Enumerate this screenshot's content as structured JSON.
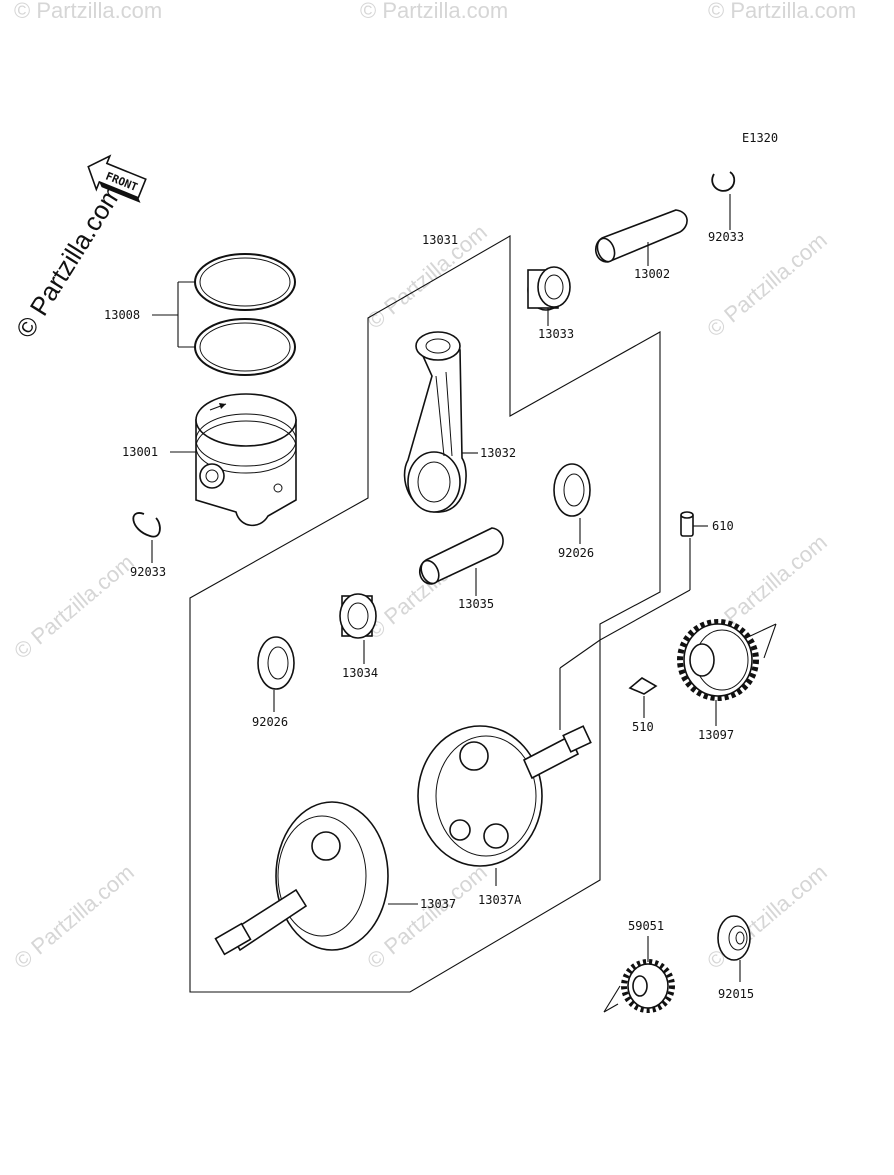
{
  "diagram_code": "E1320",
  "watermark": "© Partzilla.com",
  "front_label": "FRONT",
  "labels": {
    "p13031": "13031",
    "p13002": "13002",
    "p92033_right": "92033",
    "p13033": "13033",
    "p13008": "13008",
    "p13001": "13001",
    "p13032": "13032",
    "p92033_left": "92033",
    "p92026_right": "92026",
    "p610": "610",
    "p13035": "13035",
    "p13034": "13034",
    "p92026_left": "92026",
    "p510": "510",
    "p13097": "13097",
    "p13037": "13037",
    "p13037A": "13037A",
    "p59051": "59051",
    "p92015": "92015"
  }
}
